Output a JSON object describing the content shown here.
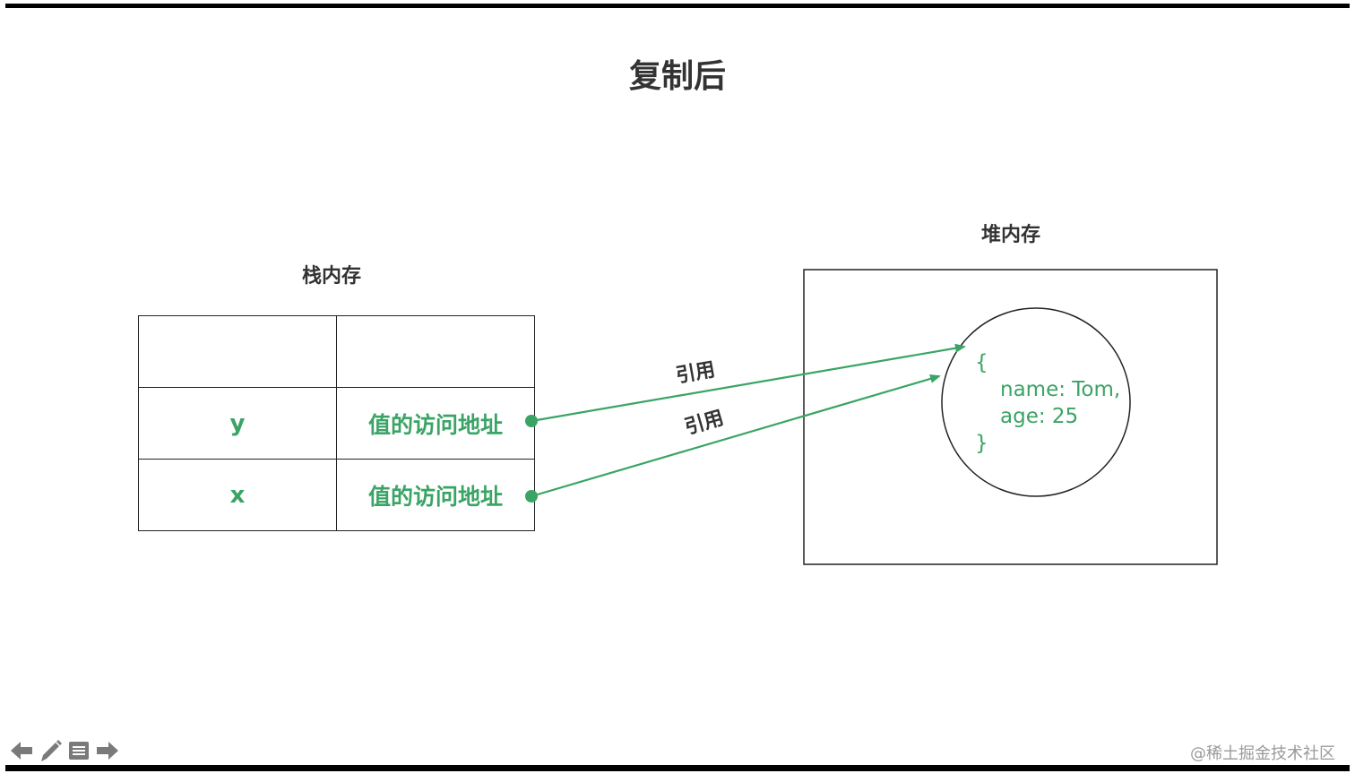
{
  "title": "复制后",
  "stack": {
    "label": "栈内存",
    "rows": [
      {
        "name": "",
        "value": ""
      },
      {
        "name": "y",
        "value": "值的访问地址"
      },
      {
        "name": "x",
        "value": "值的访问地址"
      }
    ]
  },
  "heap": {
    "label": "堆内存",
    "object": {
      "open": "{",
      "line1": "name: Tom,",
      "line2": "age: 25",
      "close": "}"
    }
  },
  "references": [
    {
      "label": "引用"
    },
    {
      "label": "引用"
    }
  ],
  "colors": {
    "accent": "#3aa465",
    "text": "#333333",
    "border": "#222222"
  },
  "nav": {
    "icons": [
      "arrow-left-icon",
      "pencil-icon",
      "menu-icon",
      "arrow-right-icon"
    ]
  },
  "watermark": "@稀土掘金技术社区"
}
